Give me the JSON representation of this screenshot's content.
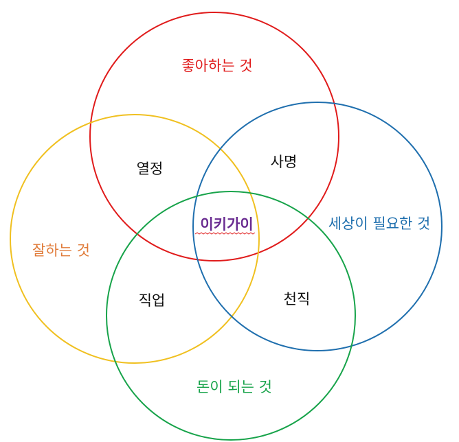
{
  "diagram": {
    "circles": {
      "love": {
        "label": "좋아하는 것",
        "color": "#e01b1b"
      },
      "good_at": {
        "label": "잘하는 것",
        "color": "#e07b39"
      },
      "world_needs": {
        "label": "세상이 필요한 것",
        "color": "#1f6fae"
      },
      "paid_for": {
        "label": "돈이 되는 것",
        "color": "#17a34a"
      }
    },
    "stroke_colors": {
      "love": "#e01b1b",
      "good_at": "#f0c020",
      "world_needs": "#1f6fae",
      "paid_for": "#17a34a"
    },
    "overlaps": {
      "passion": "열정",
      "mission": "사명",
      "profession": "직업",
      "vocation": "천직"
    },
    "center": {
      "label": "이키가이",
      "color": "#6a2c91",
      "spellcheck_underline_color": "#e02020"
    },
    "text_color": "#111111"
  }
}
